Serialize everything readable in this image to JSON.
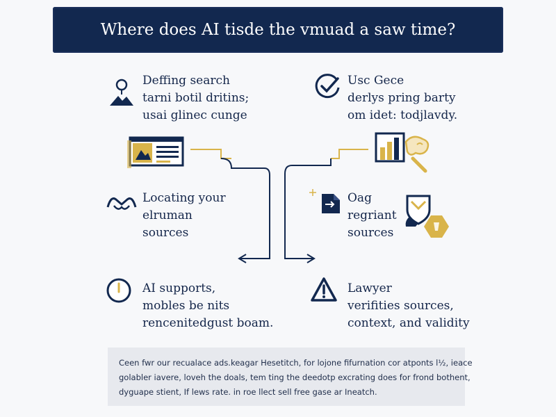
{
  "header": {
    "title": "Where does AI tisde the vmuad a saw time?"
  },
  "steps": [
    {
      "side": "left",
      "icon": "person-mountain-icon",
      "lines": [
        "Deffing search",
        "tarni botil dritins;",
        "usai glinec cunge"
      ]
    },
    {
      "side": "right",
      "icon": "checkmark-circle-icon",
      "lines": [
        "Usc Gece",
        "derlys pring barty",
        "om idet: todjlavdy."
      ]
    },
    {
      "side": "left",
      "icon": "handshake-icon",
      "lines": [
        "Locating your",
        "elruman",
        "sources"
      ]
    },
    {
      "side": "right",
      "icon": "document-arrow-icon",
      "lines": [
        "Oag",
        "regriant",
        "sources"
      ]
    },
    {
      "side": "left",
      "icon": "clock-icon",
      "lines": [
        "AI supports,",
        "mobles be nits",
        "rencenitedgust boam."
      ]
    },
    {
      "side": "right",
      "icon": "warning-triangle-icon",
      "lines": [
        "Lawyer",
        "verifities sources,",
        "context, and validity"
      ]
    }
  ],
  "footer": {
    "lines": [
      "Ceen fwr our recualace ads.keagar Hesetitch, for lojone fifurnation cor atponts l½, ieace",
      "golabler iavere, loveh the doals, tem ting the deedotp excrating does for frond bothent,",
      "dyguape stient, If lews rate. in roe llect sell free gase ar Ineatch."
    ]
  },
  "colors": {
    "navy": "#12284f",
    "gold": "#d9b44a",
    "text": "#14264a",
    "footer_bg": "#e7e9ee"
  }
}
